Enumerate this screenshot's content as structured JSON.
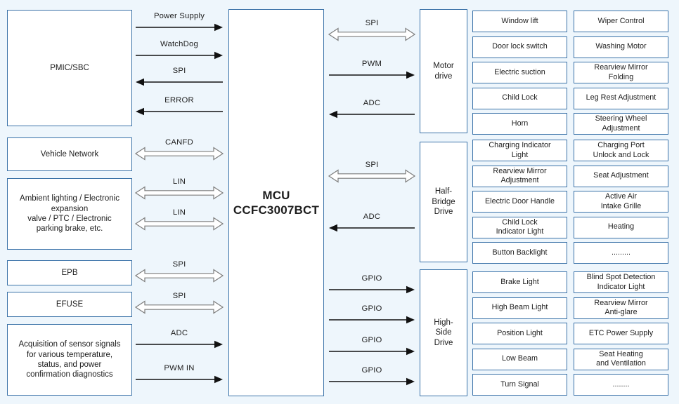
{
  "diagram": {
    "title": "Automotive Body Control Module MCU block diagram",
    "background_color": "#eef6fc",
    "box_border_color": "#3a72a8",
    "box_fill_color": "#ffffff",
    "arrow_color": "#111111",
    "block_arrow_outline_color": "#7d7d7d"
  },
  "mcu": {
    "line1": "MCU",
    "line2": "CCFC3007BCT"
  },
  "left_blocks": [
    {
      "id": "pmic",
      "label": "PMIC/SBC"
    },
    {
      "id": "vehnet",
      "label": "Vehicle Network"
    },
    {
      "id": "ambient",
      "label": "Ambient lighting / Electronic expansion\nvalve / PTC / Electronic\nparking brake, etc."
    },
    {
      "id": "epb",
      "label": "EPB"
    },
    {
      "id": "efuse",
      "label": "EFUSE"
    },
    {
      "id": "sensor",
      "label": "Acquisition of sensor signals\nfor various temperature,\nstatus, and power\nconfirmation diagnostics"
    }
  ],
  "left_arrows": [
    {
      "label": "Power Supply",
      "direction": "right",
      "style": "line"
    },
    {
      "label": "WatchDog",
      "direction": "right",
      "style": "line"
    },
    {
      "label": "SPI",
      "direction": "left",
      "style": "line"
    },
    {
      "label": "ERROR",
      "direction": "left",
      "style": "line"
    },
    {
      "label": "CANFD",
      "direction": "both",
      "style": "block"
    },
    {
      "label": "LIN",
      "direction": "both",
      "style": "block"
    },
    {
      "label": "LIN",
      "direction": "both",
      "style": "block"
    },
    {
      "label": "SPI",
      "direction": "both",
      "style": "block"
    },
    {
      "label": "SPI",
      "direction": "both",
      "style": "block"
    },
    {
      "label": "ADC",
      "direction": "right",
      "style": "line"
    },
    {
      "label": "PWM IN",
      "direction": "right",
      "style": "line"
    }
  ],
  "right_arrows": [
    {
      "label": "SPI",
      "direction": "both",
      "style": "block"
    },
    {
      "label": "PWM",
      "direction": "right",
      "style": "line"
    },
    {
      "label": "ADC",
      "direction": "left",
      "style": "line"
    },
    {
      "label": "SPI",
      "direction": "both",
      "style": "block"
    },
    {
      "label": "ADC",
      "direction": "left",
      "style": "line"
    },
    {
      "label": "GPIO",
      "direction": "right",
      "style": "line"
    },
    {
      "label": "GPIO",
      "direction": "right",
      "style": "line"
    },
    {
      "label": "GPIO",
      "direction": "right",
      "style": "line"
    },
    {
      "label": "GPIO",
      "direction": "right",
      "style": "line"
    }
  ],
  "drivers": [
    {
      "id": "motor",
      "label": "Motor\ndrive"
    },
    {
      "id": "half",
      "label": "Half-\nBridge\nDrive"
    },
    {
      "id": "high",
      "label": "High-\nSide\nDrive"
    }
  ],
  "motor_drive_items": {
    "col1": [
      "Window lift",
      "Door lock switch",
      "Electric suction",
      "Child Lock",
      "Horn"
    ],
    "col2": [
      "Wiper Control",
      "Washing Motor",
      "Rearview Mirror\nFolding",
      "Leg Rest Adjustment",
      "Steering Wheel\nAdjustment"
    ]
  },
  "half_bridge_items": {
    "col1": [
      "Charging Indicator\nLight",
      "Rearview Mirror\nAdjustment",
      "Electric Door Handle",
      "Child Lock\nIndicator Light",
      "Button Backlight"
    ],
    "col2": [
      "Charging Port\nUnlock and Lock",
      "Seat Adjustment",
      "Active Air\nIntake Grille",
      "Heating",
      "........."
    ]
  },
  "high_side_items": {
    "col1": [
      "Brake Light",
      "High Beam Light",
      "Position Light",
      "Low Beam",
      "Turn Signal"
    ],
    "col2": [
      "Blind Spot Detection\nIndicator Light",
      "Rearview Mirror\nAnti-glare",
      "ETC Power Supply",
      "Seat Heating\nand Ventilation",
      "........"
    ]
  }
}
